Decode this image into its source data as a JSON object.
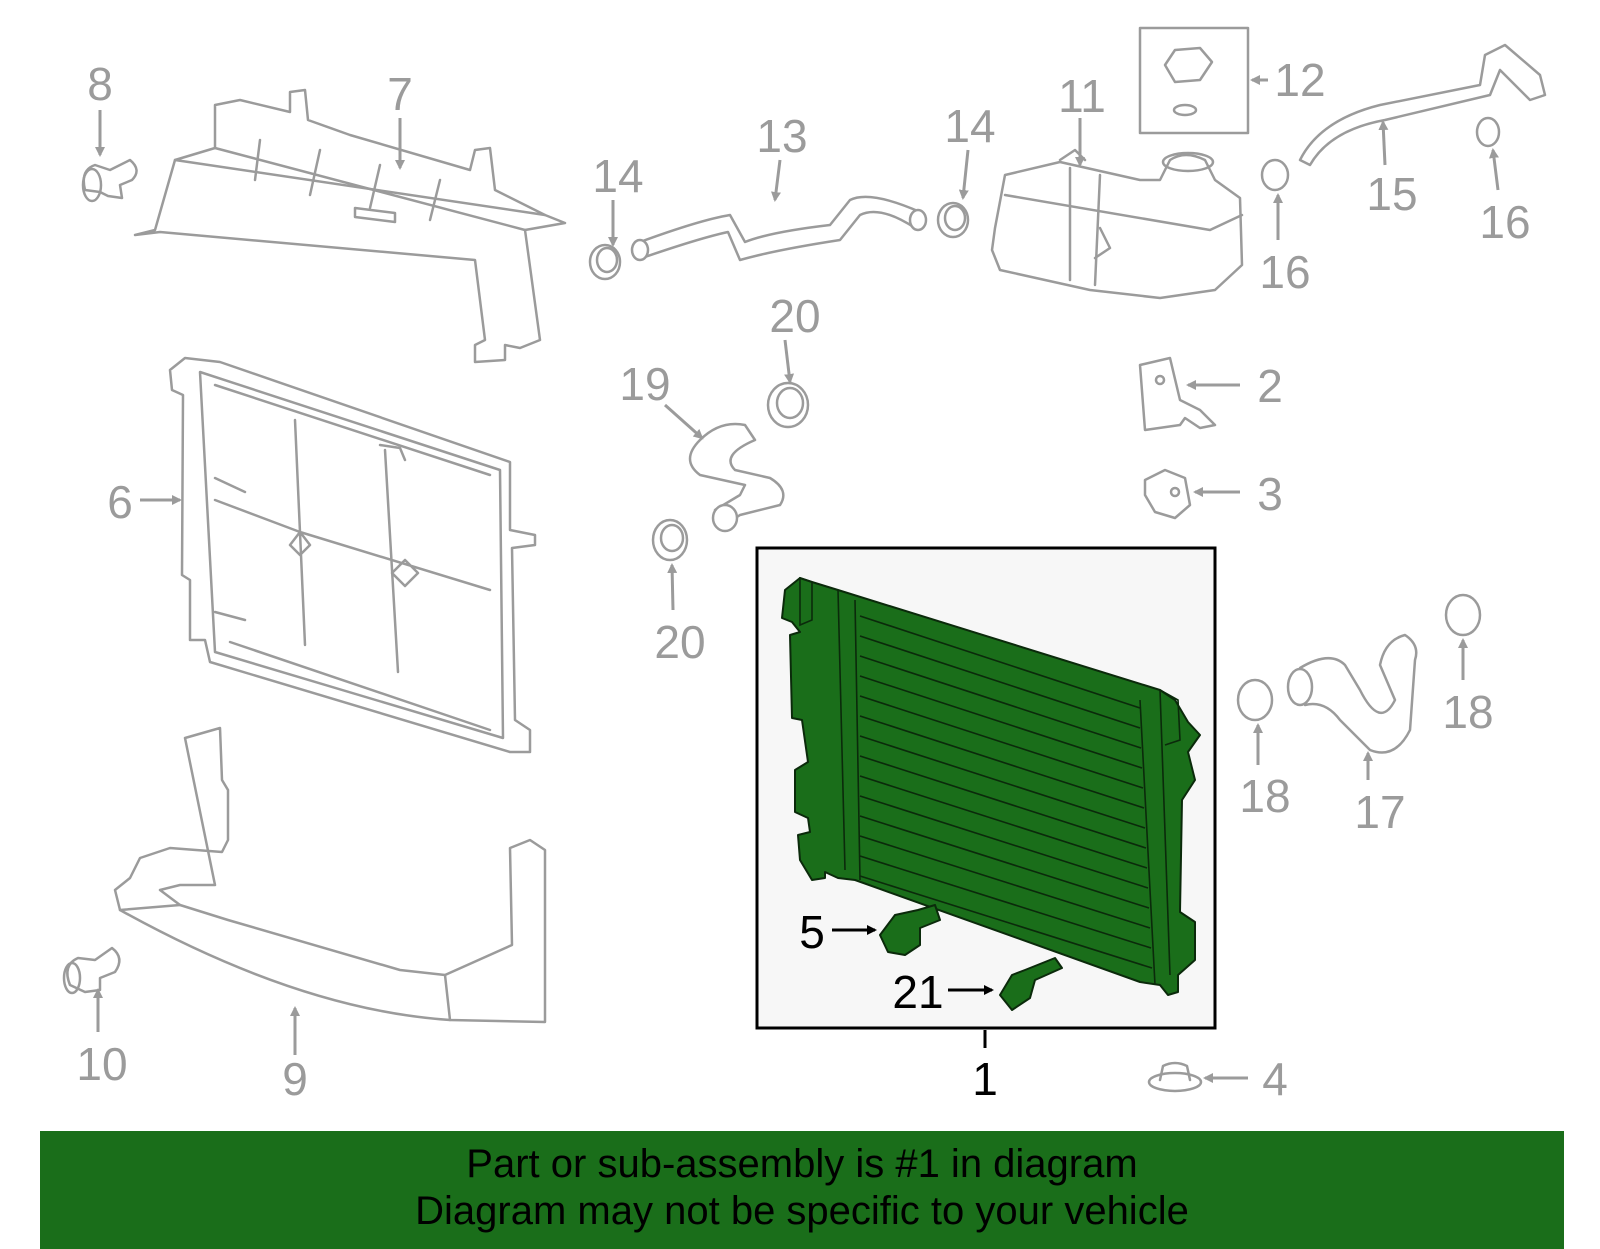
{
  "diagram": {
    "highlight_color": "#1a6e1a",
    "highlighted_part": "1",
    "callouts": [
      "1",
      "2",
      "3",
      "4",
      "5",
      "6",
      "7",
      "8",
      "9",
      "10",
      "11",
      "12",
      "13",
      "14",
      "14",
      "15",
      "16",
      "16",
      "17",
      "18",
      "18",
      "19",
      "20",
      "20",
      "21"
    ]
  },
  "banner": {
    "line1": "Part or sub-assembly is #1 in diagram",
    "line2": "Diagram may not be specific to your vehicle",
    "background_color": "#1a6e1a"
  }
}
